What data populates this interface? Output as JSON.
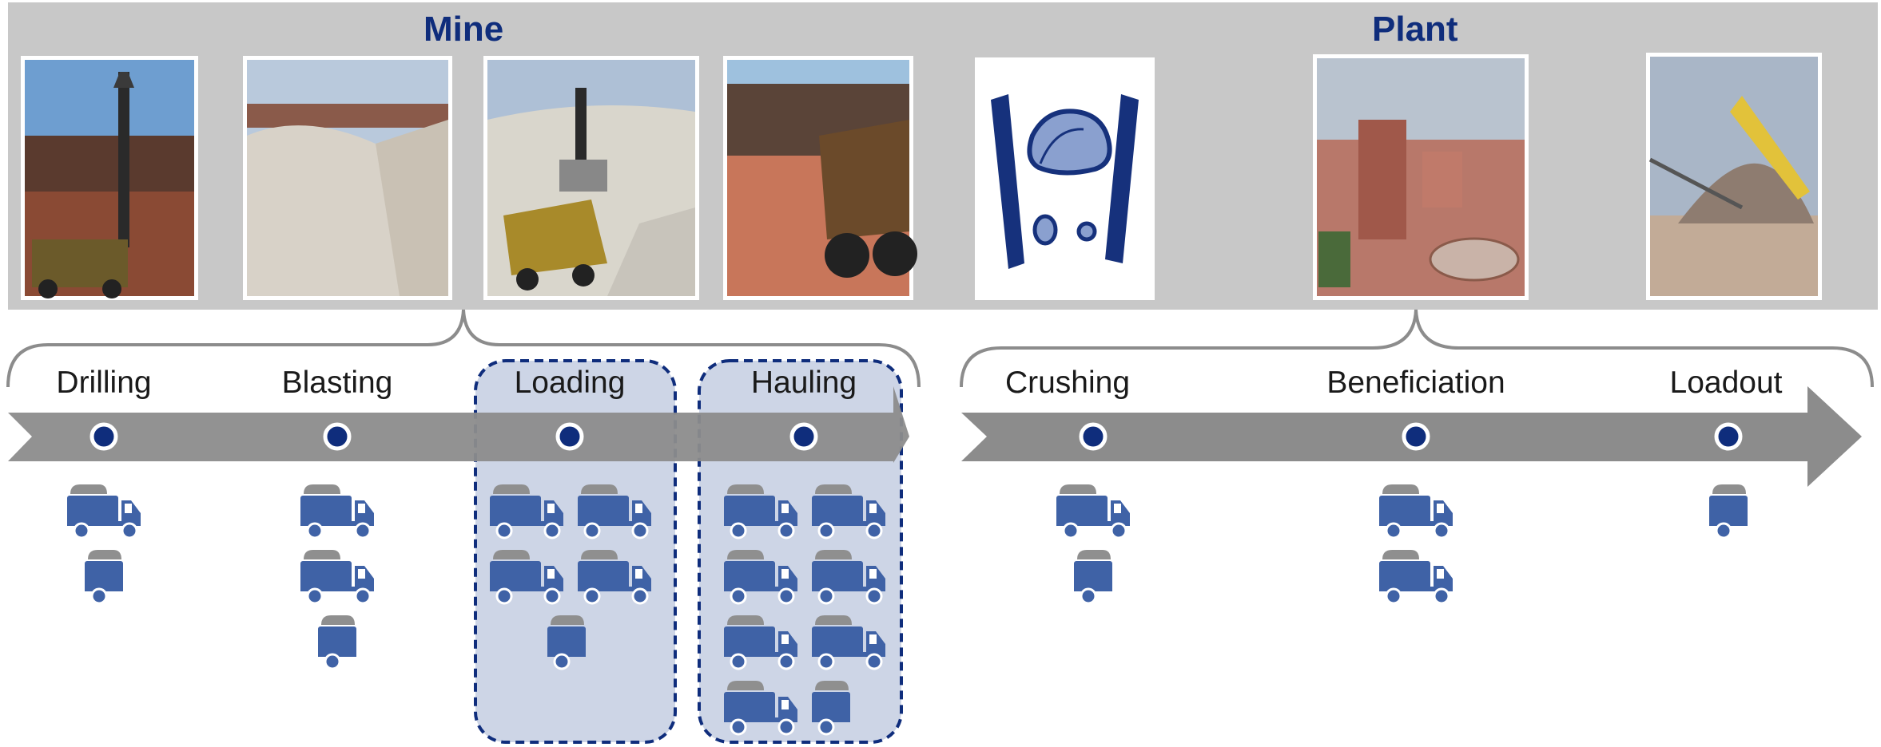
{
  "sections": {
    "mine_title": "Mine",
    "plant_title": "Plant"
  },
  "stages": [
    {
      "label": "Drilling",
      "icon": "drill-rig-photo",
      "full_trucks": 1,
      "partial_trucks": 1
    },
    {
      "label": "Blasting",
      "icon": "blasted-rock-photo",
      "full_trucks": 2,
      "partial_trucks": 1
    },
    {
      "label": "Loading",
      "icon": "shovel-loading-photo",
      "full_trucks": 4,
      "partial_trucks": 1,
      "highlighted": true
    },
    {
      "label": "Hauling",
      "icon": "haul-truck-photo",
      "full_trucks": 7,
      "partial_trucks": 1,
      "highlighted": true
    },
    {
      "label": "Crushing",
      "icon": "crusher-icon",
      "full_trucks": 1,
      "partial_trucks": 1
    },
    {
      "label": "Beneficiation",
      "icon": "processing-plant-photo",
      "full_trucks": 2,
      "partial_trucks": 0
    },
    {
      "label": "Loadout",
      "icon": "stockpile-conveyor-photo",
      "full_trucks": 0,
      "partial_trucks": 1
    }
  ],
  "colors": {
    "banner": "#c8c8c8",
    "arrow": "#8c8c8c",
    "dot": "#0f2d7c",
    "truck": "#3f62a6",
    "truck_load": "#8f8f8f",
    "highlight_fill": "#cdd5e6",
    "highlight_border": "#0f2d7c",
    "brace": "#8c8c8c"
  }
}
